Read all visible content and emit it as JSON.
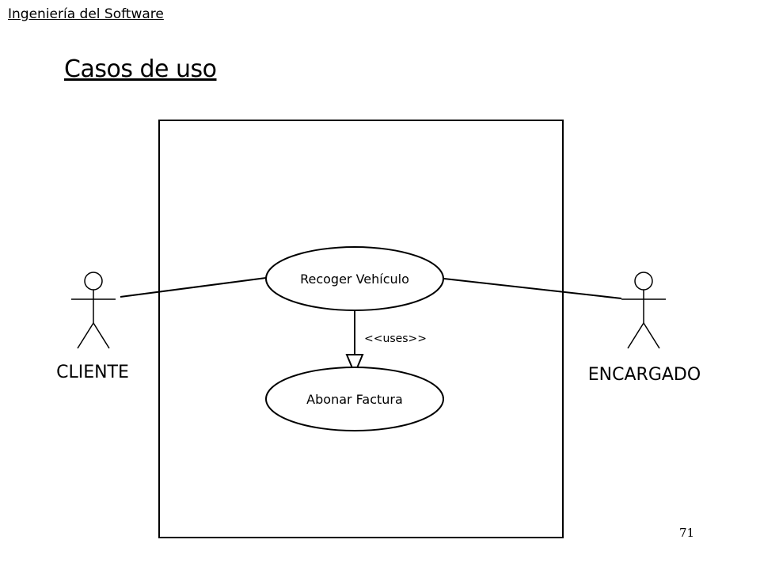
{
  "header": {
    "course": "Ingeniería del Software"
  },
  "slide": {
    "title": "Casos de uso",
    "page_number": "71"
  },
  "diagram": {
    "actors": [
      {
        "id": "cliente",
        "name": "CLIENTE",
        "icon": "stick-figure-icon"
      },
      {
        "id": "encargado",
        "name": "ENCARGADO",
        "icon": "stick-figure-icon"
      }
    ],
    "use_cases": [
      {
        "id": "recoger",
        "name": "Recoger Vehículo"
      },
      {
        "id": "abonar",
        "name": "Abonar Factura"
      }
    ],
    "relationships": [
      {
        "from": "cliente",
        "to": "recoger",
        "type": "association"
      },
      {
        "from": "encargado",
        "to": "recoger",
        "type": "association"
      },
      {
        "from": "recoger",
        "to": "abonar",
        "type": "uses",
        "label": "<<uses>>"
      }
    ]
  }
}
